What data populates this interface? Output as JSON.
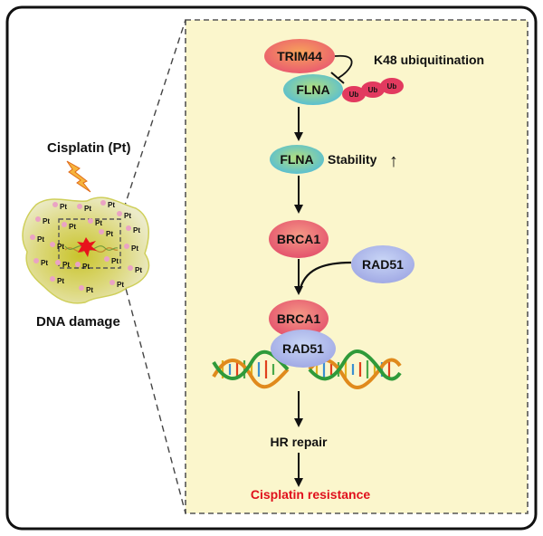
{
  "left_panel": {
    "drug_label": "Cisplatin (Pt)",
    "pt_marker": "Pt",
    "outcome_label": "DNA damage"
  },
  "pathway": {
    "trim44": "TRIM44",
    "flna_top": "FLNA",
    "ub": "Ub",
    "ubiquitination": "K48 ubiquitination",
    "flna_mid": "FLNA",
    "stability": "Stability",
    "stability_arrow": "↑",
    "brca1_top": "BRCA1",
    "rad51_side": "RAD51",
    "brca1_bottom": "BRCA1",
    "rad51_bottom": "RAD51",
    "hr_repair": "HR repair",
    "resistance": "Cisplatin resistance"
  },
  "colors": {
    "panel_bg": "#fbf6cc",
    "resistance_text": "#e0101c",
    "trim44": "#ee6f6a",
    "flna": "#7dc9d2",
    "brca1": "#e86a74",
    "rad51": "#a9b6e6",
    "ub": "#e23a5f"
  }
}
